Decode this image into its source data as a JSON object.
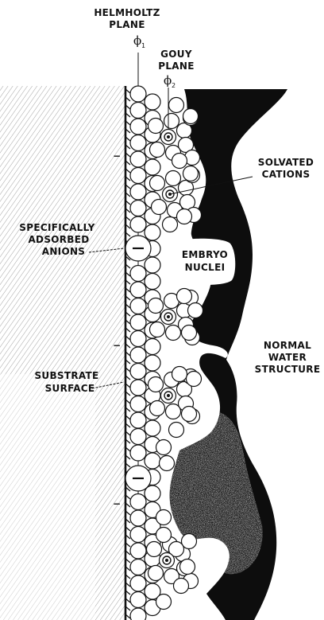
{
  "labels": {
    "helmholtz_line1": "HELMHOLTZ",
    "helmholtz_line2": "PLANE",
    "phi": "ϕ",
    "phi1_sub": "1",
    "phi2_sub": "2",
    "gouy_line1": "GOUY",
    "gouy_line2": "PLANE",
    "solvated_line1": "SOLVATED",
    "solvated_line2": "CATIONS",
    "anions_line1": "SPECIFICALLY",
    "anions_line2": "ADSORBED",
    "anions_line3": "ANIONS",
    "embryo_line1": "EMBRYO",
    "embryo_line2": "NUCLEI",
    "water_line1": "NORMAL",
    "water_line2": "WATER",
    "water_line3": "STRUCTURE",
    "substrate_line1": "SUBSTRATE",
    "substrate_line2": "SURFACE",
    "minus_sign": "−"
  },
  "colors": {
    "ink": "#111111",
    "paper": "#ffffff",
    "hatch": "#8a8a8a"
  }
}
